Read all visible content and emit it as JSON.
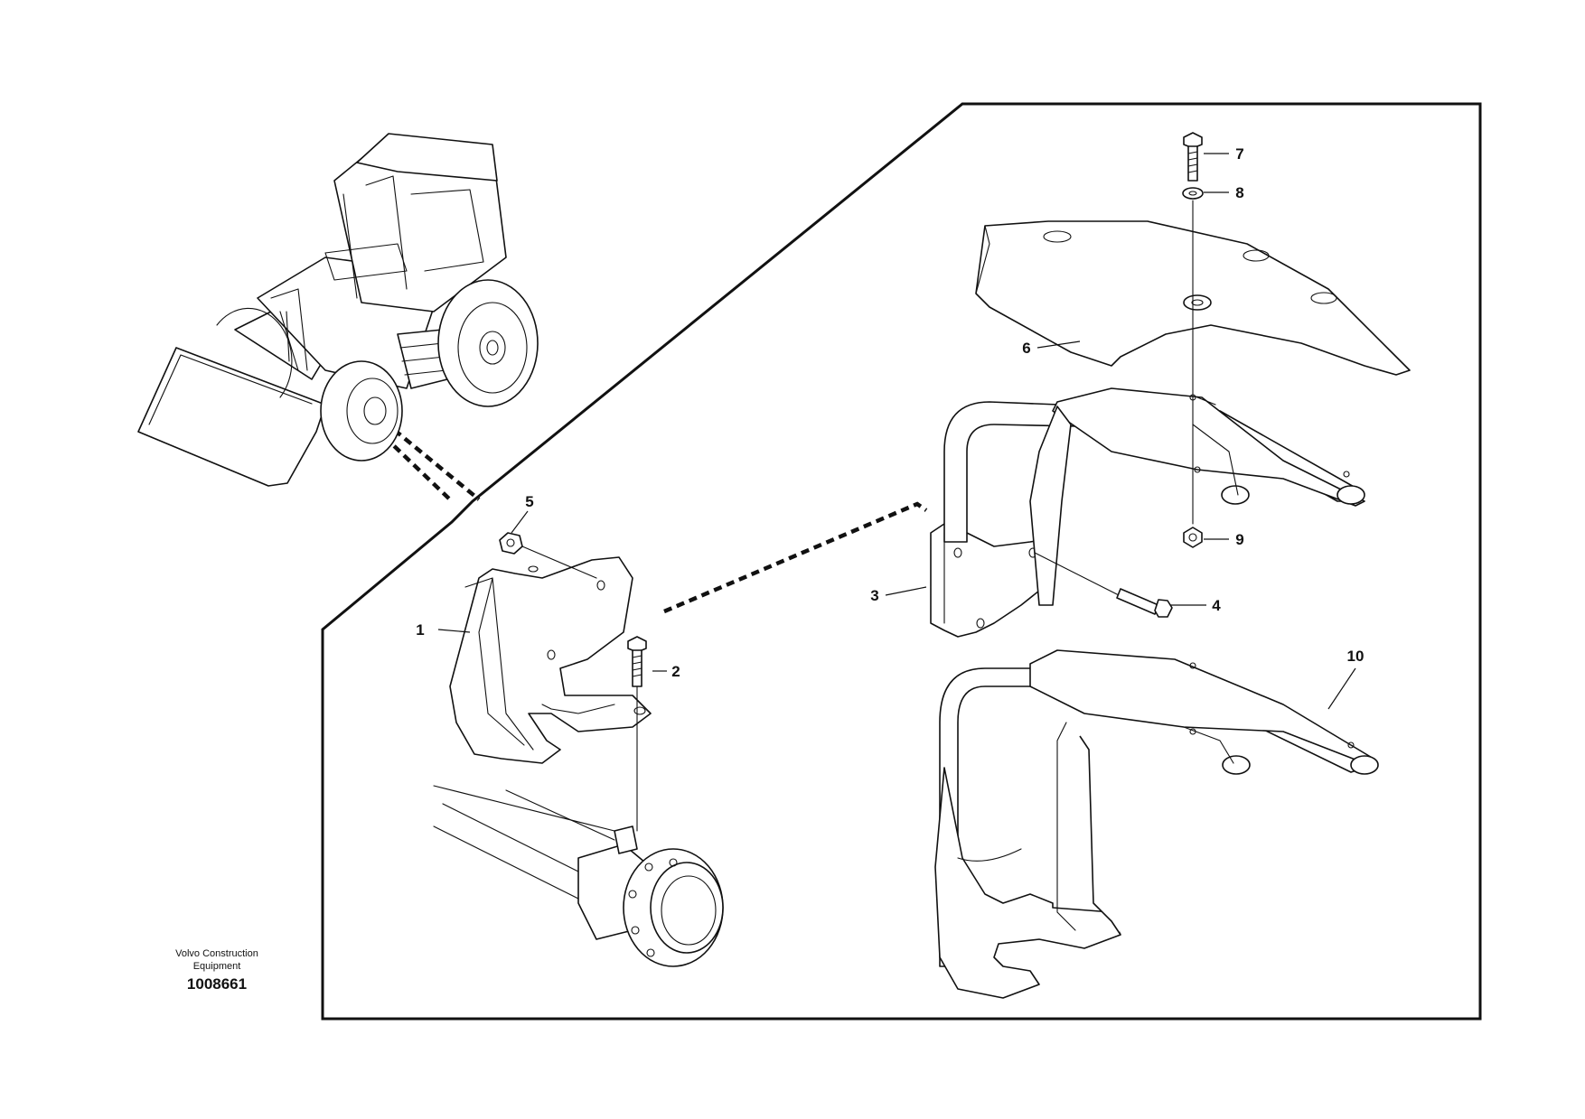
{
  "callouts": {
    "c1": "1",
    "c2": "2",
    "c3": "3",
    "c4": "4",
    "c5": "5",
    "c6": "6",
    "c7": "7",
    "c8": "8",
    "c9": "9",
    "c10": "10"
  },
  "caption": {
    "company_line1": "Volvo Construction",
    "company_line2": "Equipment",
    "drawing_number": "1008661"
  }
}
